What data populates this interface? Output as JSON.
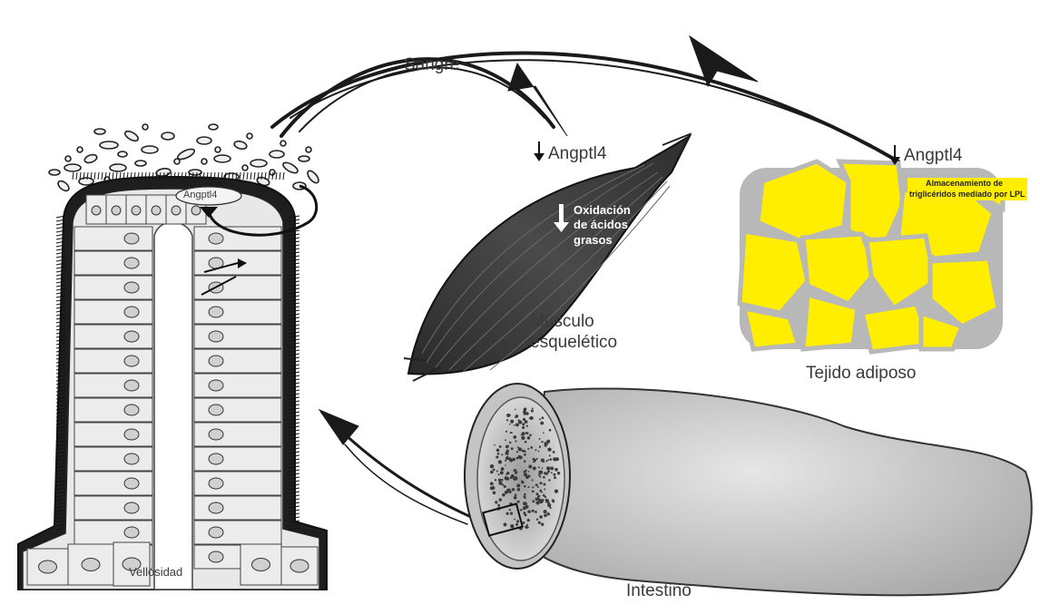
{
  "labels": {
    "sangre": "Sangre",
    "angptl4_villus": "Angptl4",
    "angptl4_muscle": "Angptl4",
    "angptl4_adipose": "Angptl4",
    "oxidation_line1": "Oxidación",
    "oxidation_line2": "de ácidos",
    "oxidation_line3": "grasos",
    "muscle_line1": "Músculo",
    "muscle_line2": "esquelético",
    "adipose_note_line1": "Almacenamiento de",
    "adipose_note_line2": "triglicéridos mediado por LPL",
    "adipose": "Tejido adiposo",
    "intestine": "Intestino",
    "villus": "Vellosidad"
  },
  "colors": {
    "fat_cell": "#ffee00",
    "fat_border": "#b8b8b8",
    "muscle": "#3d3d3d",
    "intestine": "#c8c8c8",
    "cell": "#e8e8e8",
    "ink": "#1a1a1a"
  }
}
